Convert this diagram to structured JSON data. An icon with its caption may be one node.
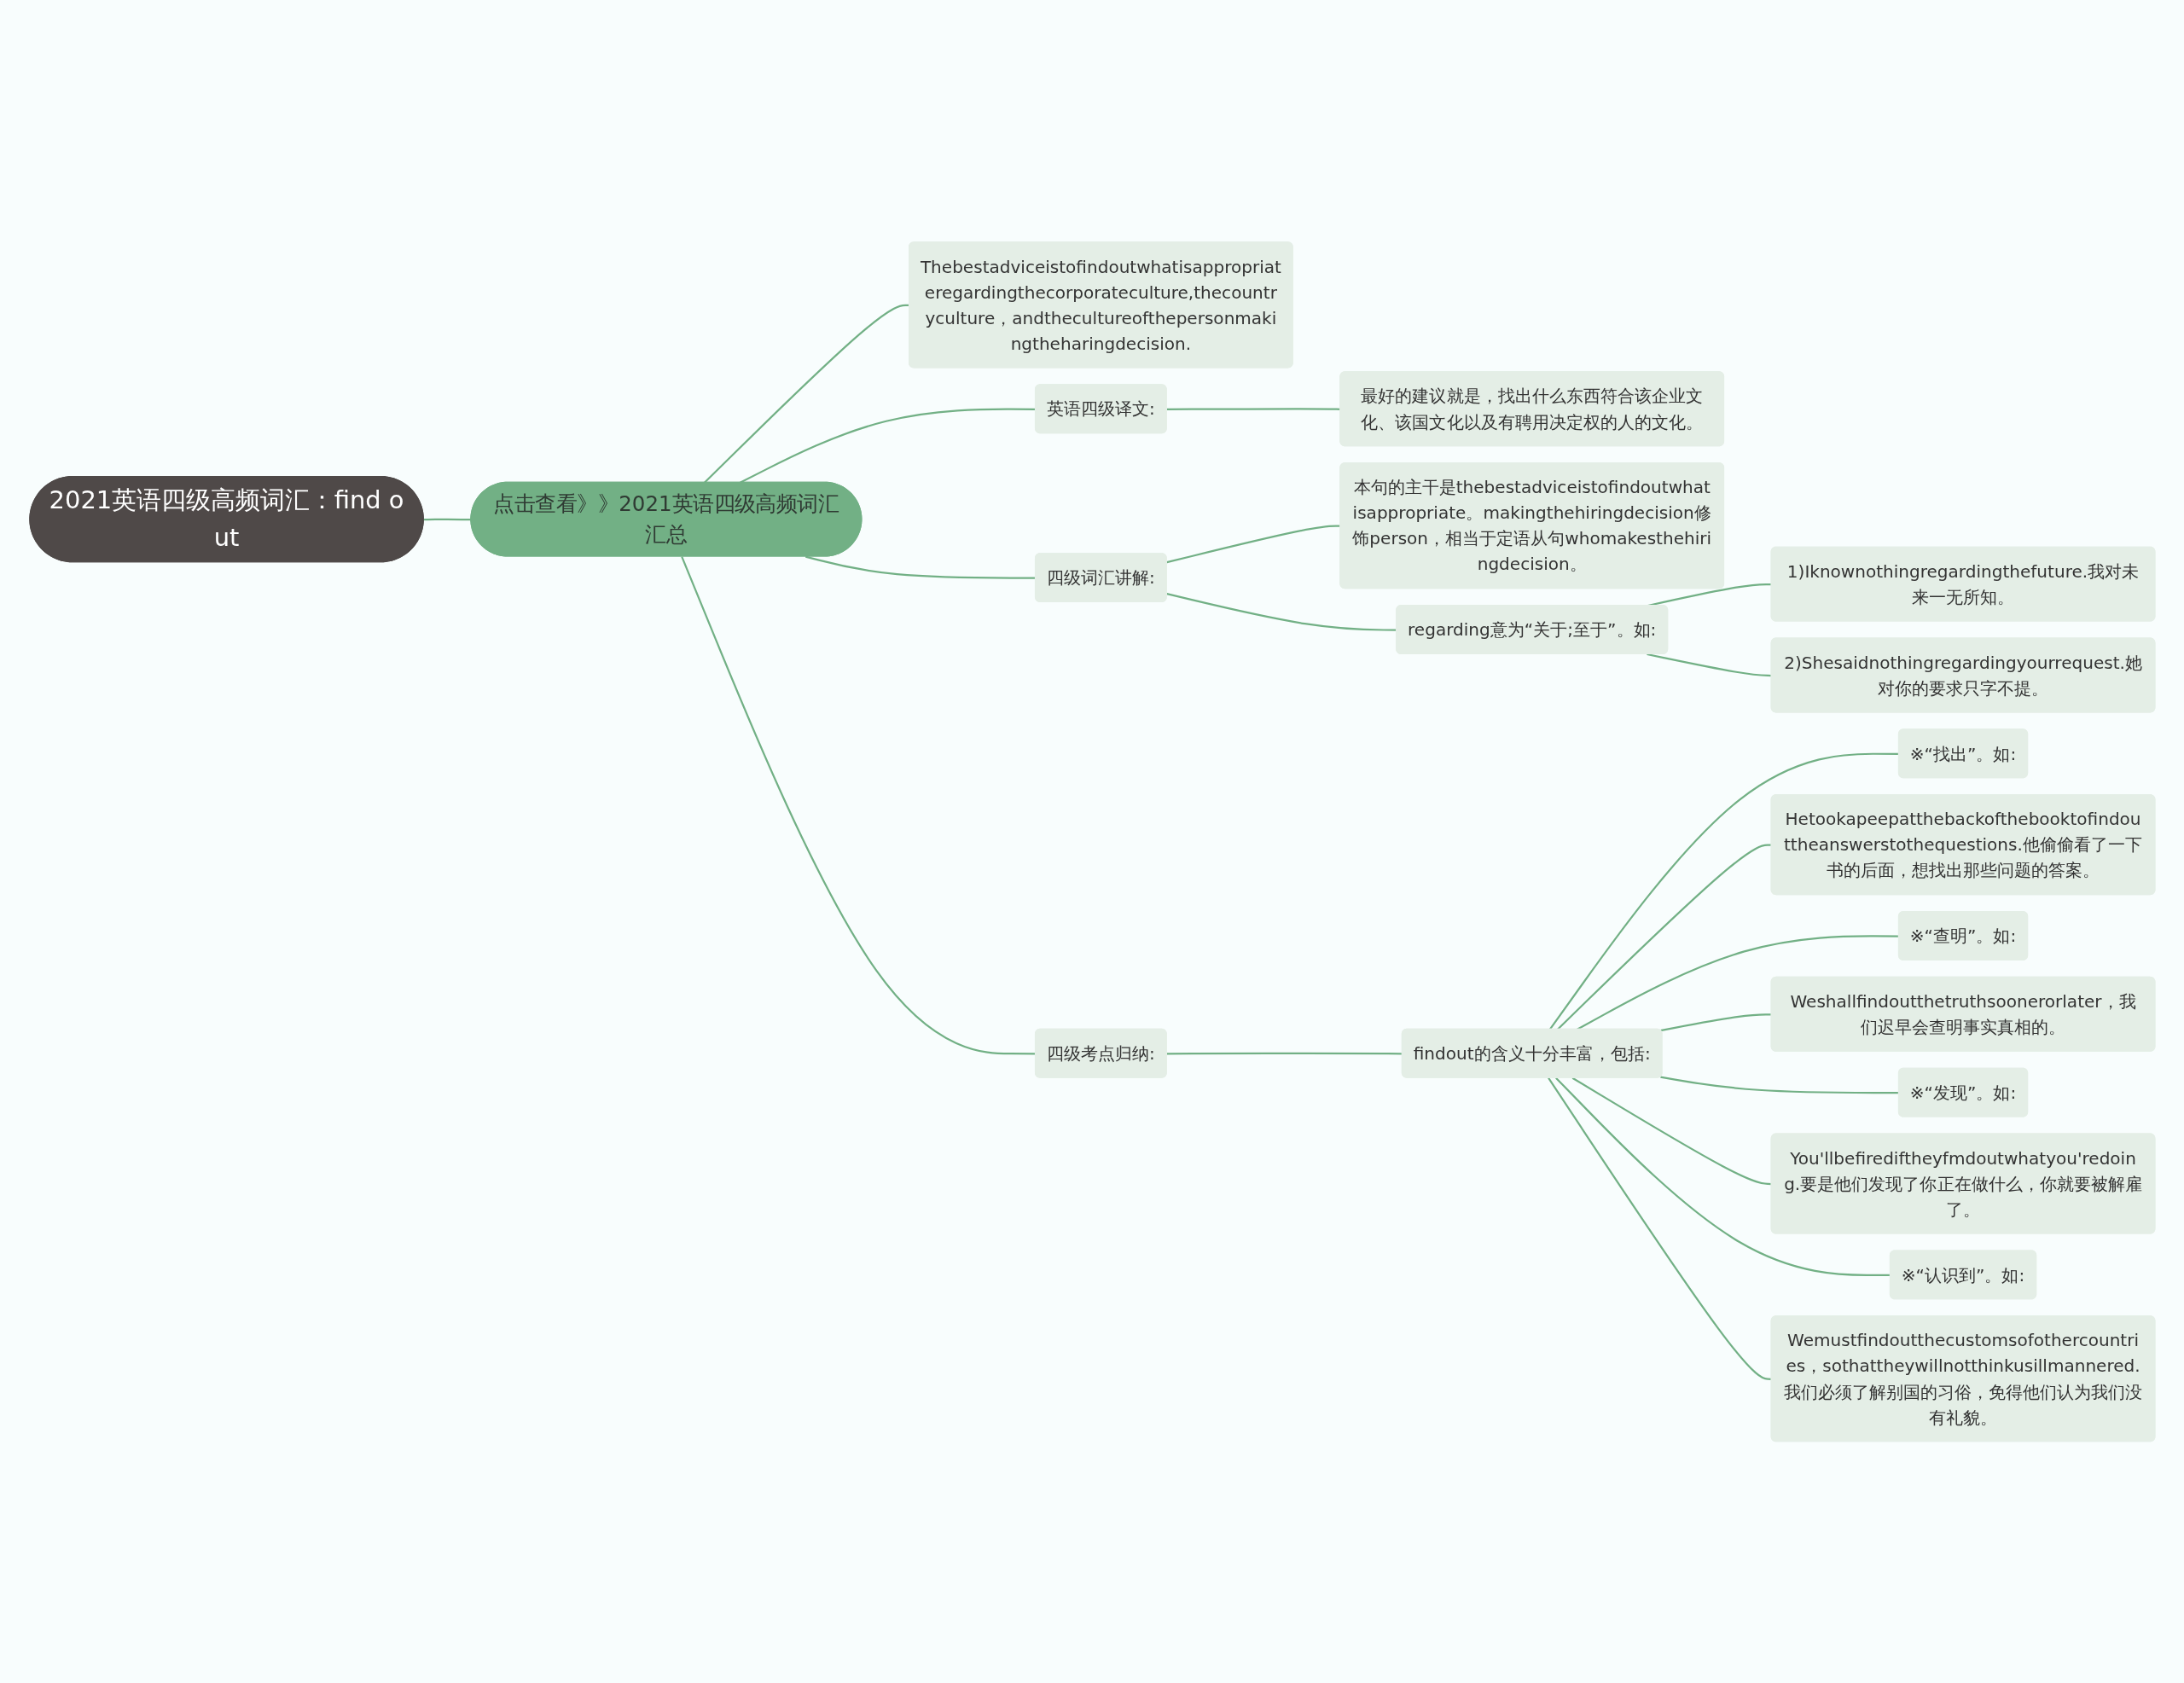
{
  "diagram": {
    "nodes": [
      {
        "text": [
          "2021英语四级高频词汇：find out"
        ]
      },
      {
        "text": [
          "点击查看》》2021英语四级高频词汇汇总"
        ]
      },
      {
        "text": [
          "Thebestadviceistofindoutwhatisappropriateregardingthecorporateculture,thecountryculture，andthecultureofthepersonmakingtheharingdecision."
        ]
      },
      {
        "text": [
          "英语四级译文:"
        ]
      },
      {
        "text": [
          "最好的建议就是，找出什么东西符合该企业文化、该国文化以及有聘用决定权的人的文化。"
        ]
      },
      {
        "text": [
          "四级词汇讲解:"
        ]
      },
      {
        "text": [
          "本句的主干是thebestadviceistofindoutwhatisappropriate。makingthehiringdecision修饰person，相当于定语从句whomakesthehiringdecision。"
        ]
      },
      {
        "text": [
          "regarding意为“关于;至于”。如:"
        ]
      },
      {
        "text": [
          "1)Iknownothingregardingthefuture.我对未来一无所知。"
        ]
      },
      {
        "text": [
          "2)Shesaidnothingregardingyourrequest.她对你的要求只字不提。"
        ]
      },
      {
        "text": [
          "四级考点归纳:"
        ]
      },
      {
        "text": [
          "findout的含义十分丰富，包括:"
        ]
      },
      {
        "text": [
          "※“找出”。如:"
        ]
      },
      {
        "text": [
          "Hetookapeepatthebackofthebooktofindouttheanswerstothequestions.他偷偷看了一下书的后面，想找出那些问题的答案。"
        ]
      },
      {
        "text": [
          "※“查明”。如:"
        ]
      },
      {
        "text": [
          "Weshallfindoutthetruthsoonerorlater，我们迟早会查明事实真相的。"
        ]
      },
      {
        "text": [
          "※“发现”。如:"
        ]
      },
      {
        "text": [
          "You'llbefirediftheyfmdoutwhatyou'redoing.要是他们发现了你正在做什么，你就要被解雇了。"
        ]
      },
      {
        "text": [
          "※“认识到”。如:"
        ]
      },
      {
        "text": [
          "Wemustfindoutthecustomsofothercountries，sothattheywillnotthinkusillmannered.我们必须了解别国的习俗，免得他们认为我们没有礼貌。"
        ]
      }
    ],
    "edges": [
      {
        "from": 0,
        "to": 1,
        "arrow": "none"
      },
      {
        "from": 1,
        "to": 2,
        "arrow": "none"
      },
      {
        "from": 1,
        "to": 3,
        "arrow": "none"
      },
      {
        "from": 1,
        "to": 5,
        "arrow": "none"
      },
      {
        "from": 1,
        "to": 10,
        "arrow": "none"
      },
      {
        "from": 3,
        "to": 4,
        "arrow": "none"
      },
      {
        "from": 5,
        "to": 6,
        "arrow": "none"
      },
      {
        "from": 5,
        "to": 7,
        "arrow": "none"
      },
      {
        "from": 7,
        "to": 8,
        "arrow": "none"
      },
      {
        "from": 7,
        "to": 9,
        "arrow": "none"
      },
      {
        "from": 10,
        "to": 11,
        "arrow": "none"
      },
      {
        "from": 11,
        "to": 12,
        "arrow": "none"
      },
      {
        "from": 11,
        "to": 13,
        "arrow": "none"
      },
      {
        "from": 11,
        "to": 14,
        "arrow": "none"
      },
      {
        "from": 11,
        "to": 15,
        "arrow": "none"
      },
      {
        "from": 11,
        "to": 16,
        "arrow": "none"
      },
      {
        "from": 11,
        "to": 17,
        "arrow": "none"
      },
      {
        "from": 11,
        "to": 18,
        "arrow": "none"
      },
      {
        "from": 11,
        "to": 19,
        "arrow": "none"
      }
    ]
  }
}
